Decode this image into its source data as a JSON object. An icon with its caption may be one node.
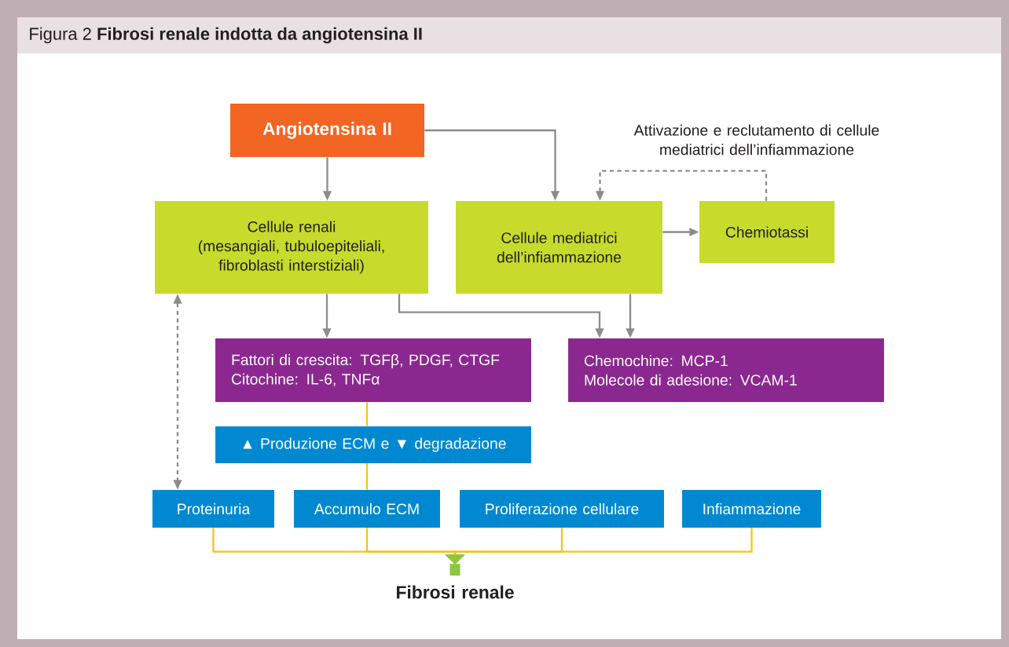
{
  "diagram": {
    "title": "Figura 2 **Fibrosi renale indotta da angiotensina II**",
    "nodes": [
      {
        "text": [
          "Angiotensina II"
        ]
      },
      {
        "text": [
          "Cellule renali",
          "(mesangiali, tubuloepiteliali, fibroblasti interstiziali)"
        ]
      },
      {
        "text": [
          "Cellule mediatrici dell’infiammazione"
        ]
      },
      {
        "text": [
          "Chemiotassi"
        ]
      },
      {
        "text": [
          "Fattori di crescita: TGFβ, PDGF, CTGF",
          "Citochine: IL-6, TNFα"
        ]
      },
      {
        "text": [
          "Chemochine: MCP-1",
          "Molecole di adesione: VCAM-1"
        ]
      },
      {
        "text": [
          "▲ Produzione ECM e ▼ degradazione"
        ]
      },
      {
        "text": [
          "Proteinuria"
        ]
      },
      {
        "text": [
          "Accumulo ECM"
        ]
      },
      {
        "text": [
          "Proliferazione cellulare"
        ]
      },
      {
        "text": [
          "Infiammazione"
        ]
      },
      {
        "text": [
          "Fibrosi renale"
        ]
      }
    ],
    "edges": [
      {
        "from": 0,
        "to": 1,
        "arrow": "to"
      },
      {
        "from": 0,
        "to": 2,
        "arrow": "to"
      },
      {
        "from": 2,
        "to": 3,
        "arrow": "to"
      },
      {
        "from": 3,
        "to": 2,
        "arrow": "to",
        "style": "dashed",
        "label": "Attivazione e reclutamento di cellule mediatrici dell’infiammazione"
      },
      {
        "from": 1,
        "to": 4,
        "arrow": "to"
      },
      {
        "from": 1,
        "to": 5,
        "arrow": "to"
      },
      {
        "from": 2,
        "to": 5,
        "arrow": "to"
      },
      {
        "from": 1,
        "to": 7,
        "arrow": "both",
        "style": "dashed"
      },
      {
        "from": 4,
        "to": 6,
        "arrow": "none",
        "color": "#f5c21b"
      },
      {
        "from": 6,
        "to": 8,
        "arrow": "none",
        "color": "#f5c21b"
      },
      {
        "from": 7,
        "to": 11,
        "arrow": "to",
        "color": "#f5c21b"
      },
      {
        "from": 8,
        "to": 11,
        "arrow": "to",
        "color": "#f5c21b"
      },
      {
        "from": 9,
        "to": 11,
        "arrow": "to",
        "color": "#f5c21b"
      },
      {
        "from": 10,
        "to": 11,
        "arrow": "to",
        "color": "#f5c21b"
      }
    ]
  }
}
